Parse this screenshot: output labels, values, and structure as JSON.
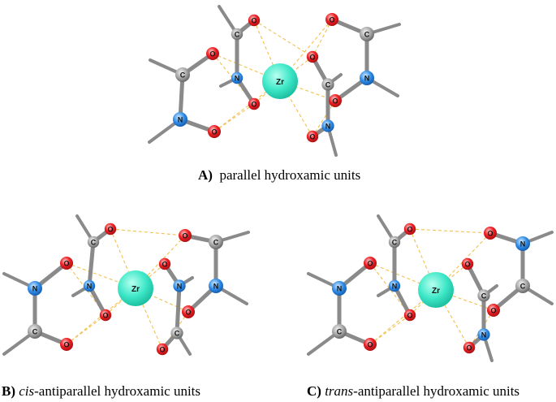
{
  "captions": {
    "a": {
      "letter": "A)",
      "text": "parallel hydroxamic units"
    },
    "b": {
      "letter": "B)",
      "prefix": "cis",
      "text": "-antiparallel hydroxamic units"
    },
    "c": {
      "letter": "C)",
      "prefix": "trans",
      "text": "-antiparallel hydroxamic units"
    }
  },
  "atom_labels": {
    "zirconium": "Zr",
    "carbon": "C",
    "nitrogen": "N",
    "oxygen": "O"
  },
  "colors": {
    "zirconium": "#3fe8c8",
    "carbon": "#9a9a9a",
    "nitrogen": "#2f8be6",
    "oxygen": "#ee1f24",
    "bond": "#8a8a8a",
    "coordination": "#f2c14e"
  }
}
